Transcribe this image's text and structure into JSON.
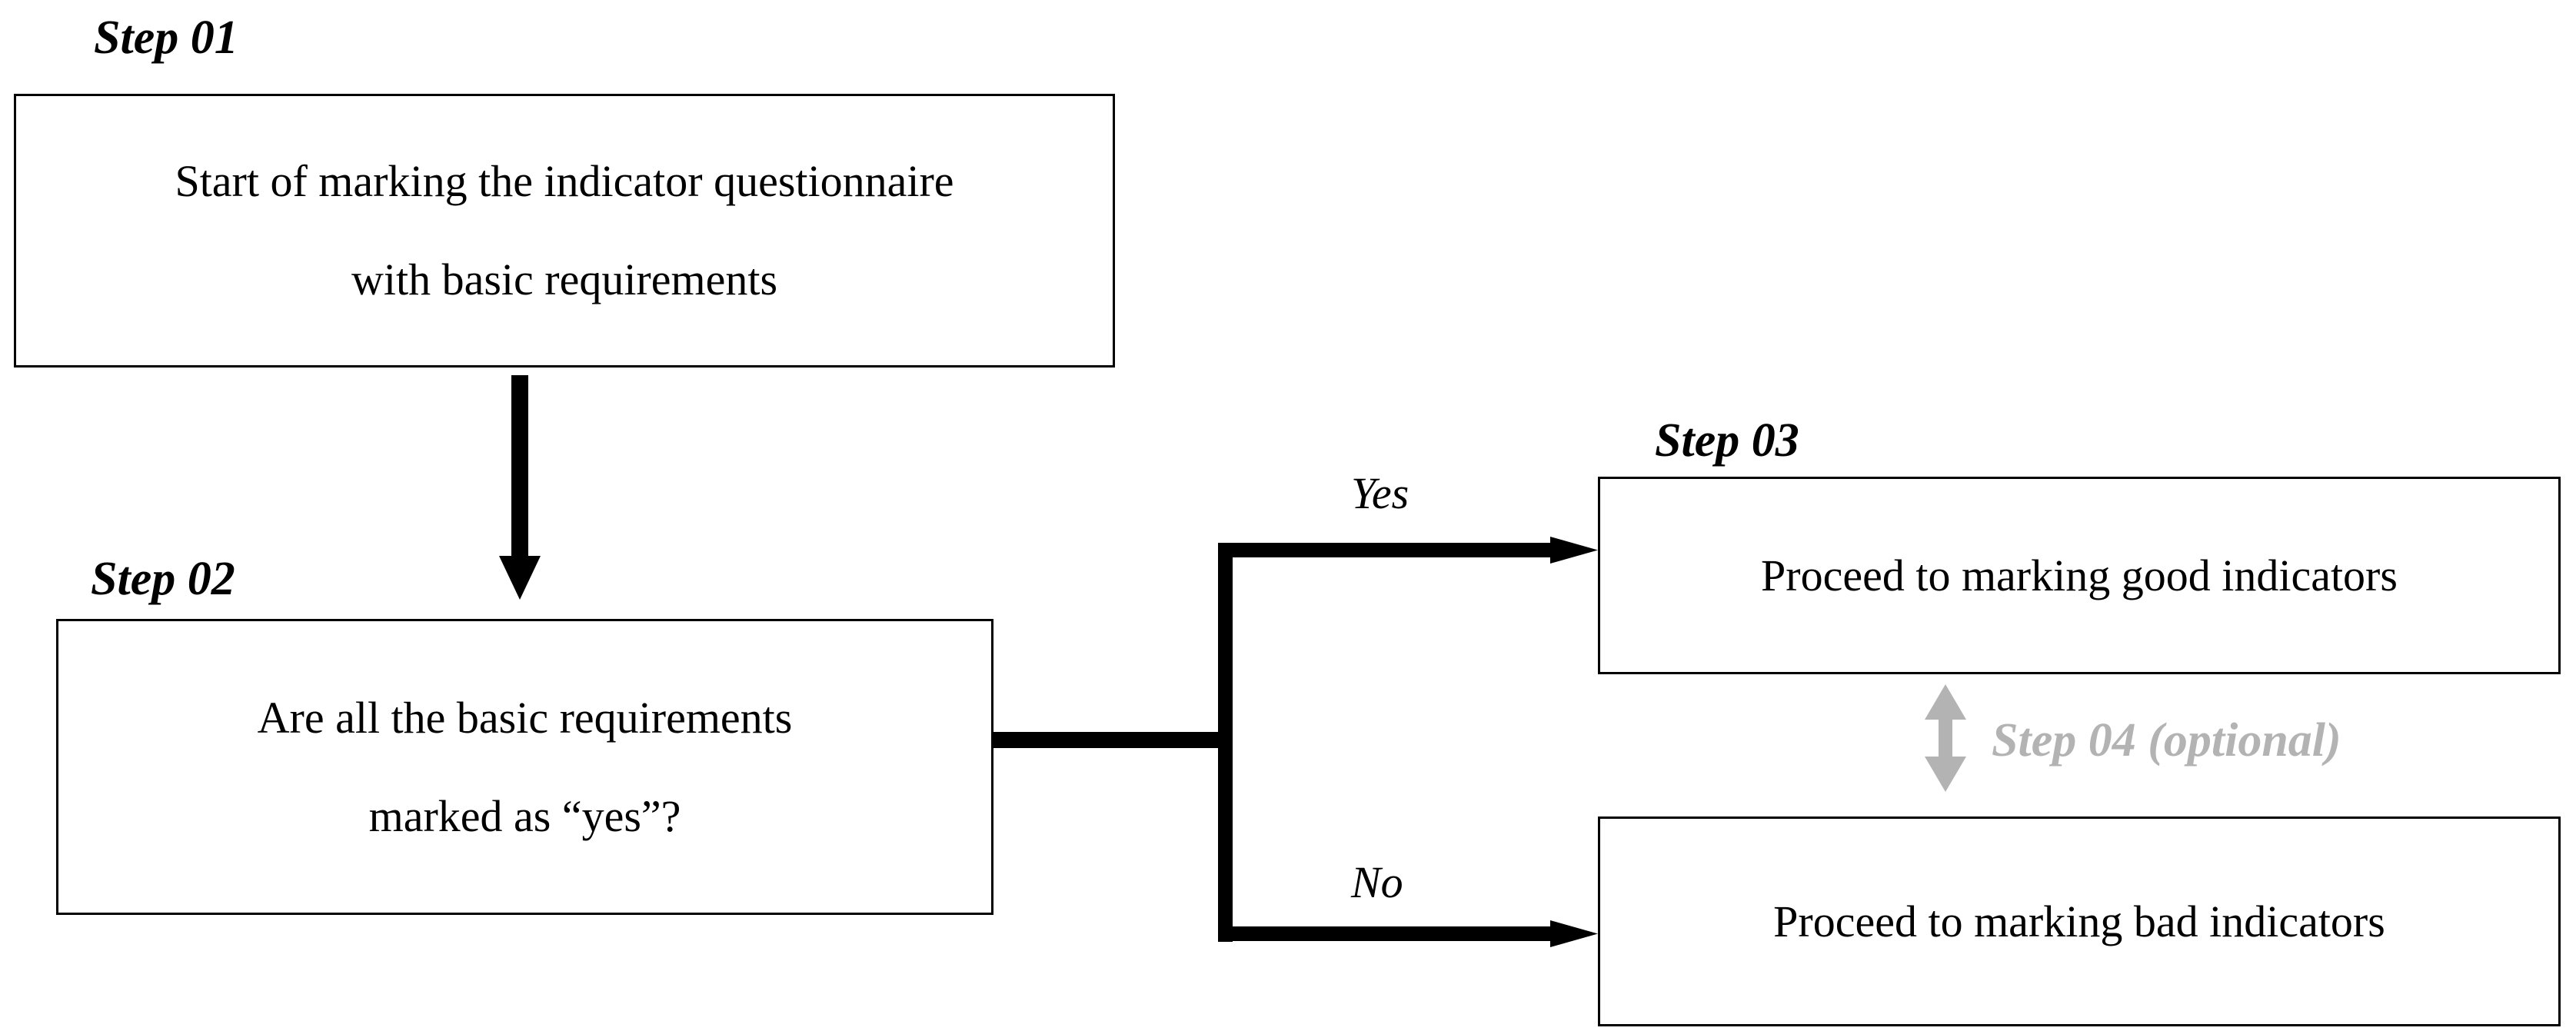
{
  "diagram": {
    "title_labels": {
      "step01": "Step 01",
      "step02": "Step 02",
      "step03": "Step 03",
      "step04": "Step 04 (optional)"
    },
    "boxes": [
      {
        "id": "step01-box",
        "lines": [
          "Start of marking the indicator questionnaire",
          "with basic requirements"
        ]
      },
      {
        "id": "step02-box",
        "lines": [
          "Are all the basic requirements",
          "marked as “yes”?"
        ]
      },
      {
        "id": "step03-box",
        "lines": [
          "Proceed to marking good indicators"
        ]
      },
      {
        "id": "step04-box",
        "lines": [
          "Proceed to marking bad indicators"
        ]
      }
    ],
    "edge_labels": {
      "yes": "Yes",
      "no": "No"
    },
    "colors": {
      "stroke": "#000000",
      "optional_gray": "#b3b3b3",
      "background": "#ffffff"
    }
  }
}
